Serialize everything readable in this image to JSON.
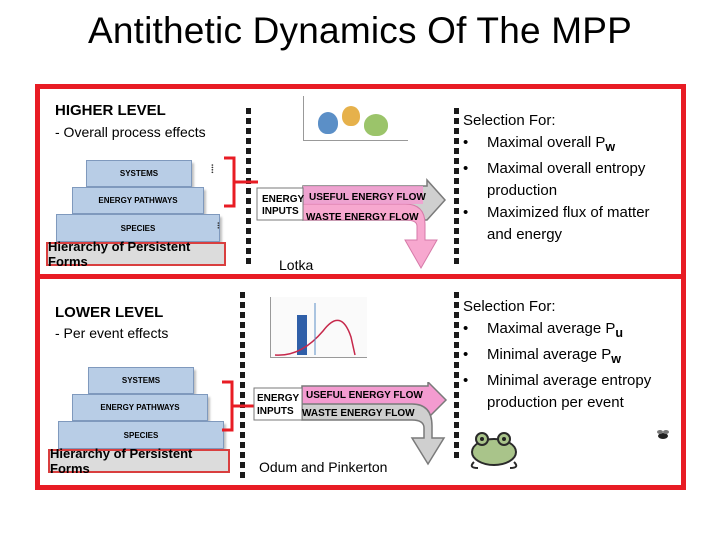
{
  "title": "Antithetic Dynamics Of The MPP",
  "colors": {
    "frame": "#e81c24",
    "pyramid": "#b8cde6",
    "useful_flow": "#f39bd0",
    "waste_flow": "#f7a8cf",
    "arrow_gray": "#cfcfcf"
  },
  "higher": {
    "heading": "HIGHER LEVEL",
    "subheading": "- Overall process effects",
    "caption": "Lotka",
    "selection_heading": "Selection For:",
    "bullets": [
      "Maximal overall P",
      "Maximal overall entropy production",
      "Maximized flux of matter and energy"
    ],
    "bullet1_sub": "w"
  },
  "lower": {
    "heading": "LOWER LEVEL",
    "subheading": "- Per event effects",
    "caption": "Odum and Pinkerton",
    "selection_heading": "Selection For:",
    "bullets": [
      "Maximal average P",
      "Minimal average P",
      "Minimal average entropy production per event"
    ],
    "bullet1_sub": "u",
    "bullet2_sub": "w"
  },
  "pyramid": {
    "top": "SYSTEMS",
    "middle": "ENERGY PATHWAYS",
    "bottom": "SPECIES",
    "hierarchy_label": "Hierarchy of Persistent Forms"
  },
  "flow": {
    "inputs": "ENERGY\nINPUTS",
    "useful": "USEFUL ENERGY FLOW",
    "waste": "WASTE ENERGY FLOW"
  },
  "bullet_glyph": "•"
}
